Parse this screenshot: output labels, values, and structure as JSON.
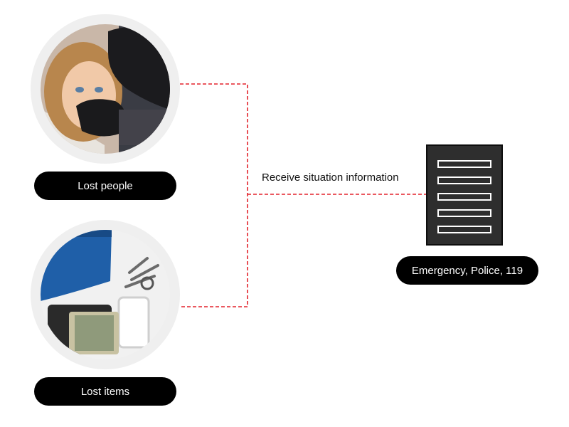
{
  "nodes": {
    "lost_people": {
      "label": "Lost people"
    },
    "lost_items": {
      "label": "Lost items"
    },
    "receiver": {
      "label": "Emergency, Police, 119"
    }
  },
  "flow": {
    "label": "Receive situation information"
  },
  "colors": {
    "connector": "#e3222b",
    "pill_bg": "#000000",
    "server_body": "#2e2e2e",
    "ring": "#efefef"
  },
  "icons": [
    "lost-person-photo",
    "lost-items-photo",
    "server-icon"
  ]
}
